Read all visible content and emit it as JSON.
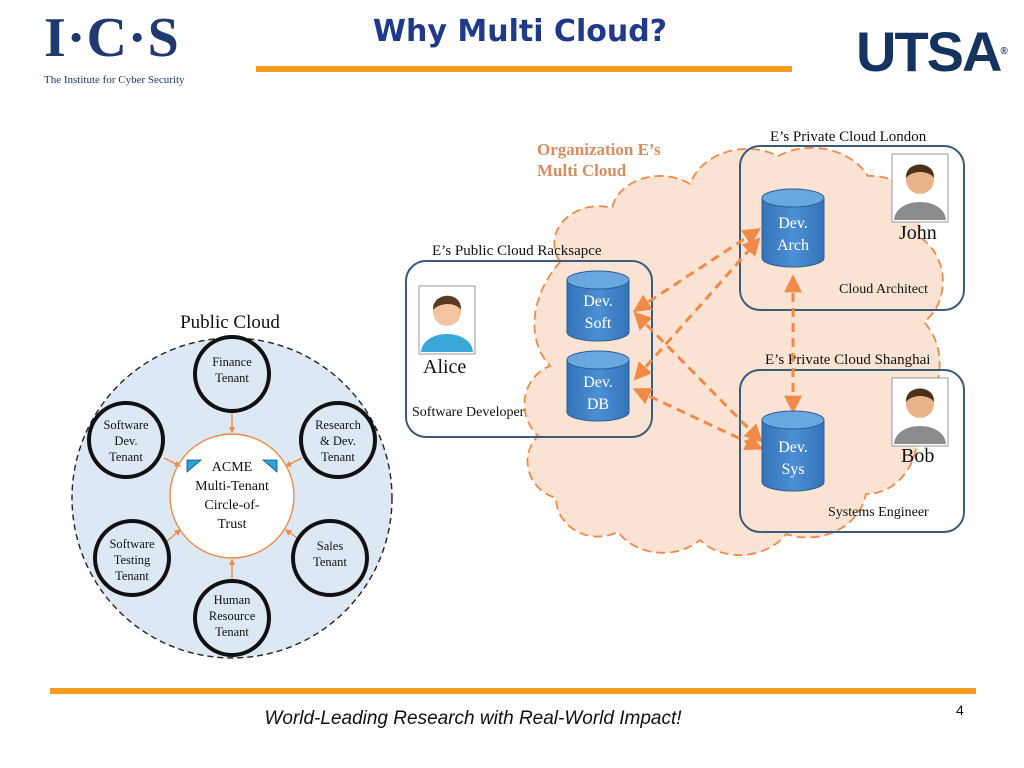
{
  "header": {
    "logo_left": {
      "letters": "I·C·S",
      "subtitle": "The Institute for Cyber Security"
    },
    "title": "Why Multi Cloud?",
    "logo_right": {
      "text": "UTSA",
      "mark": "®"
    }
  },
  "public_cloud": {
    "label": "Public Cloud",
    "center": [
      "ACME",
      "Multi-Tenant",
      "Circle-of-",
      "Trust"
    ],
    "tenants": [
      {
        "lines": [
          "Finance",
          "Tenant"
        ]
      },
      {
        "lines": [
          "Research",
          "& Dev.",
          "Tenant"
        ]
      },
      {
        "lines": [
          "Sales",
          "Tenant"
        ]
      },
      {
        "lines": [
          "Human",
          "Resource",
          "Tenant"
        ]
      },
      {
        "lines": [
          "Software",
          "Testing",
          "Tenant"
        ]
      },
      {
        "lines": [
          "Software",
          "Dev.",
          "Tenant"
        ]
      }
    ]
  },
  "multi_cloud": {
    "org_label": [
      "Organization E’s",
      "Multi Cloud"
    ],
    "public_box": {
      "label": "E’s Public Cloud Racksapce"
    },
    "london_box": {
      "label": "E’s Private Cloud London"
    },
    "shanghai_box": {
      "label": "E’s Private Cloud Shanghai"
    },
    "databases": {
      "soft": [
        "Dev.",
        "Soft"
      ],
      "db": [
        "Dev.",
        "DB"
      ],
      "arch": [
        "Dev.",
        "Arch"
      ],
      "sys": [
        "Dev.",
        "Sys"
      ]
    },
    "people": {
      "alice": {
        "name": "Alice",
        "role": "Software  Developer"
      },
      "john": {
        "name": "John",
        "role": "Cloud Architect"
      },
      "bob": {
        "name": "Bob",
        "role": "Systems  Engineer"
      }
    }
  },
  "footer": {
    "tagline": "World-Leading Research with Real-World Impact!",
    "page_number": "4"
  },
  "colors": {
    "navy": "#1f3a6e",
    "orange": "#f39c1f",
    "arrow": "#ef8a47",
    "cloud_fill": "#fbe3d3",
    "public_fill": "#dde8f5",
    "db_fill": "#3f83c8",
    "box_stroke": "#3c5a7a"
  }
}
